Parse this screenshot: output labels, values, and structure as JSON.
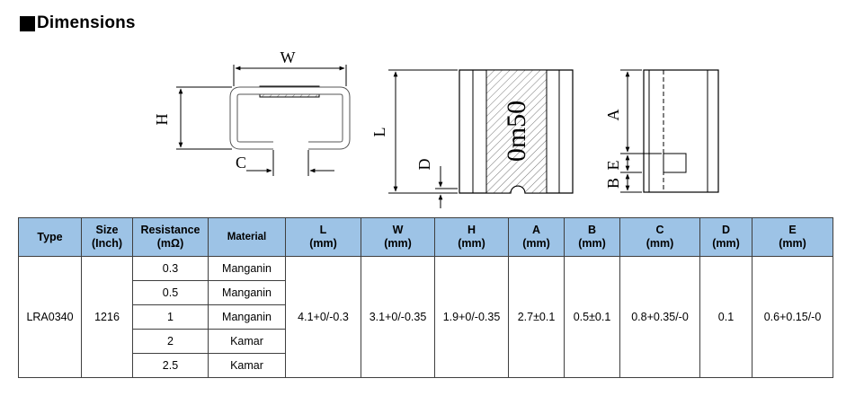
{
  "section": {
    "title": "Dimensions"
  },
  "drawing": {
    "labels": {
      "w": "W",
      "h": "H",
      "c": "C",
      "l": "L",
      "d": "D",
      "a": "A",
      "b": "B",
      "e": "E",
      "marking": "0m50"
    }
  },
  "table": {
    "headers": [
      {
        "line1": "Type",
        "line2": ""
      },
      {
        "line1": "Size",
        "line2": "(Inch)"
      },
      {
        "line1": "Resistance",
        "line2": "(mΩ)"
      },
      {
        "line1": "Material",
        "line2": ""
      },
      {
        "line1": "L",
        "line2": "(mm)"
      },
      {
        "line1": "W",
        "line2": "(mm)"
      },
      {
        "line1": "H",
        "line2": "(mm)"
      },
      {
        "line1": "A",
        "line2": "(mm)"
      },
      {
        "line1": "B",
        "line2": "(mm)"
      },
      {
        "line1": "C",
        "line2": "(mm)"
      },
      {
        "line1": "D",
        "line2": "(mm)"
      },
      {
        "line1": "E",
        "line2": "(mm)"
      }
    ],
    "shared": {
      "type": "LRA0340",
      "size": "1216",
      "L": "4.1+0/-0.3",
      "W": "3.1+0/-0.35",
      "H": "1.9+0/-0.35",
      "A": "2.7±0.1",
      "B": "0.5±0.1",
      "C": "0.8+0.35/-0",
      "D": "0.1",
      "E": "0.6+0.15/-0"
    },
    "rows": [
      {
        "resistance": "0.3",
        "material": "Manganin"
      },
      {
        "resistance": "0.5",
        "material": "Manganin"
      },
      {
        "resistance": "1",
        "material": "Manganin"
      },
      {
        "resistance": "2",
        "material": "Kamar"
      },
      {
        "resistance": "2.5",
        "material": "Kamar"
      }
    ]
  }
}
